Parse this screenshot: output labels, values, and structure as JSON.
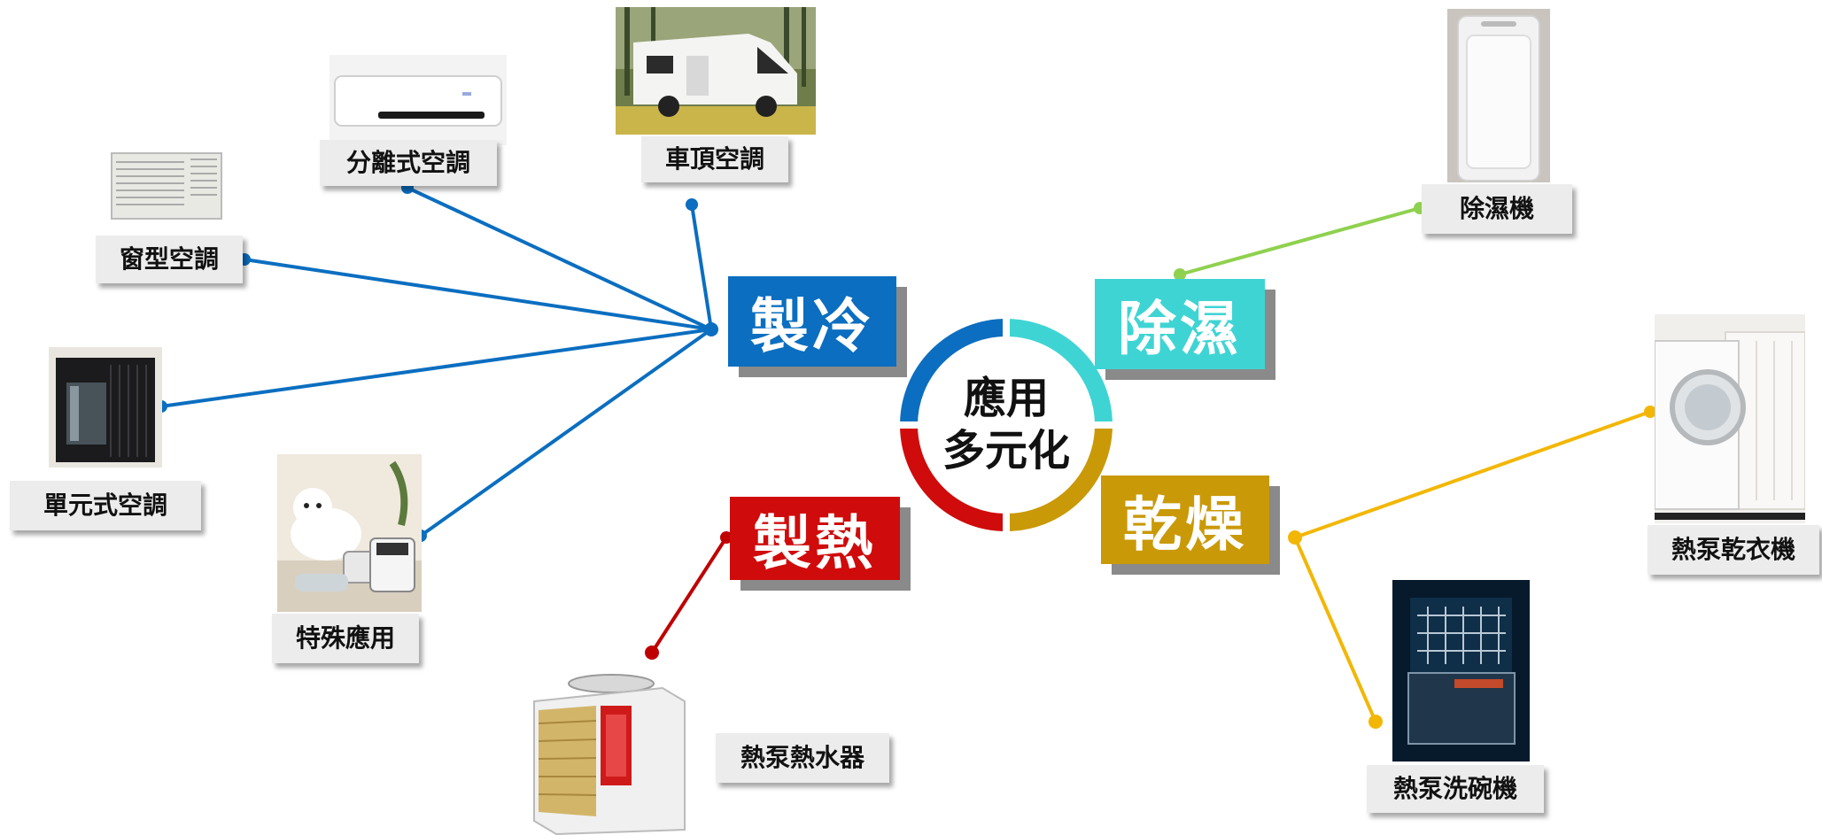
{
  "hub": {
    "line1": "應用",
    "line2": "多元化"
  },
  "categories": {
    "cooling": {
      "label": "製冷",
      "color": "#0b6ec0"
    },
    "dehumid": {
      "label": "除濕",
      "color": "#3fd4d4"
    },
    "heating": {
      "label": "製熱",
      "color": "#cf0b0b"
    },
    "drying": {
      "label": "乾燥",
      "color": "#c99908"
    }
  },
  "items": {
    "split_ac": "分離式空調",
    "rv_ac": "車頂空調",
    "window_ac": "窗型空調",
    "unit_ac": "單元式空調",
    "special": "特殊應用",
    "dehumidifier": "除濕機",
    "dryer": "熱泵乾衣機",
    "dishwasher": "熱泵洗碗機",
    "water_heater": "熱泵熱水器"
  },
  "colors": {
    "cooling_line": "#0b6ec0",
    "dehumid_line": "#8fd14f",
    "heating_line": "#c00000",
    "drying_line": "#f2b705"
  },
  "icons": [
    "split-air-conditioner",
    "rv-camper",
    "window-air-conditioner",
    "unit-air-conditioner",
    "dog-pet-dryer",
    "dehumidifier",
    "washing-machine",
    "dishwasher",
    "heat-pump-water-heater"
  ]
}
